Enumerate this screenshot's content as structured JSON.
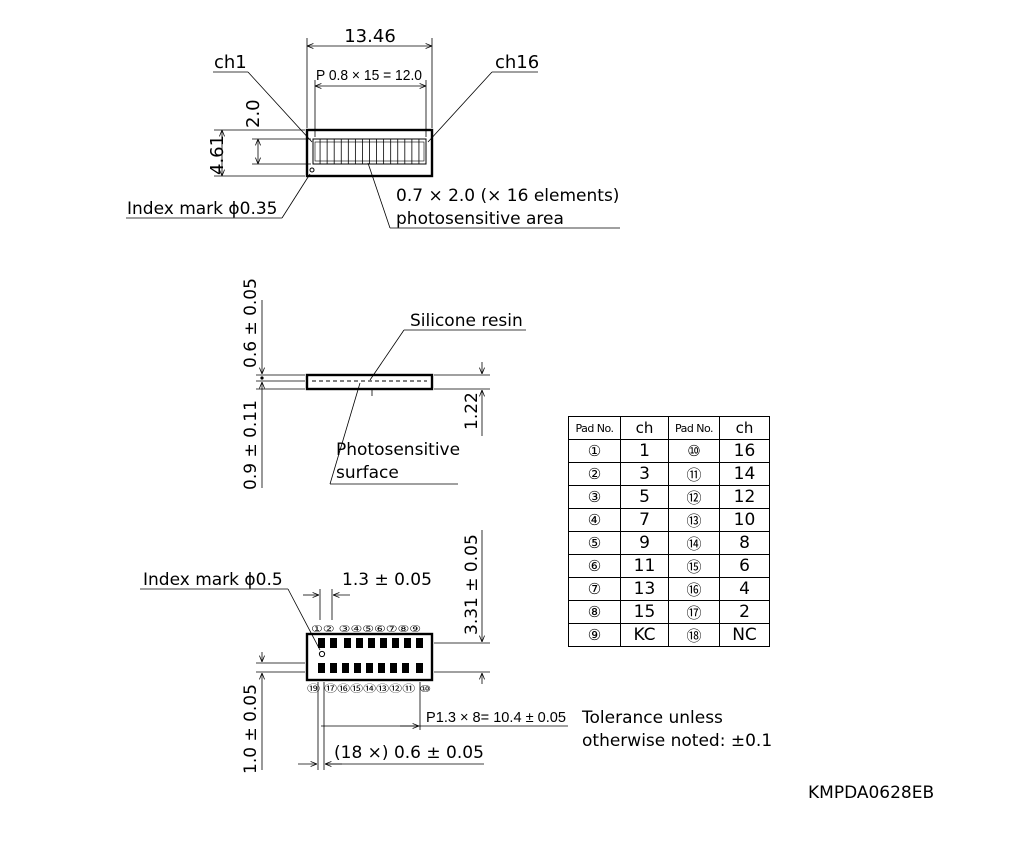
{
  "top_view": {
    "overall_length": "13.46",
    "pitch_label": "P 0.8 × 15 = 12.0",
    "first_channel": "ch1",
    "last_channel": "ch16",
    "height_upper": "2.0",
    "height_total": "4.61",
    "index_mark": "Index mark ϕ0.35",
    "element_size": "0.7 × 2.0 (× 16 elements)",
    "element_note": "photosensitive area"
  },
  "side_view": {
    "resin_label": "Silicone resin",
    "resin_thickness": "0.6 ± 0.05",
    "surface_depth": "0.9 ± 0.11",
    "total_thickness": "1.22",
    "surface_label_line1": "Photosensitive",
    "surface_label_line2": "surface"
  },
  "bottom_view": {
    "index_mark": "Index mark ϕ0.5",
    "pad_pitch_top": "1.3 ± 0.05",
    "row_spacing": "3.31 ± 0.05",
    "pad_height": "1.0 ± 0.05",
    "pitch_label": "P1.3 × 8= 10.4 ± 0.05",
    "pad_width": "(18 ×) 0.6 ± 0.05",
    "top_pad_numbers": "①② ③④⑤⑥⑦⑧⑨",
    "bottom_pad_numbers": "⑲ ⑰⑯⑮⑭⑬⑫⑪ ⑩"
  },
  "tolerance_line1": "Tolerance unless",
  "tolerance_line2": "otherwise noted: ±0.1",
  "drawing_code": "KMPDA0628EB",
  "pad_table": {
    "headers": [
      "Pad No.",
      "ch",
      "Pad No.",
      "ch"
    ],
    "rows": [
      [
        "①",
        "1",
        "⑩",
        "16"
      ],
      [
        "②",
        "3",
        "⑪",
        "14"
      ],
      [
        "③",
        "5",
        "⑫",
        "12"
      ],
      [
        "④",
        "7",
        "⑬",
        "10"
      ],
      [
        "⑤",
        "9",
        "⑭",
        "8"
      ],
      [
        "⑥",
        "11",
        "⑮",
        "6"
      ],
      [
        "⑦",
        "13",
        "⑯",
        "4"
      ],
      [
        "⑧",
        "15",
        "⑰",
        "2"
      ],
      [
        "⑨",
        "KC",
        "⑱",
        "NC"
      ]
    ]
  }
}
